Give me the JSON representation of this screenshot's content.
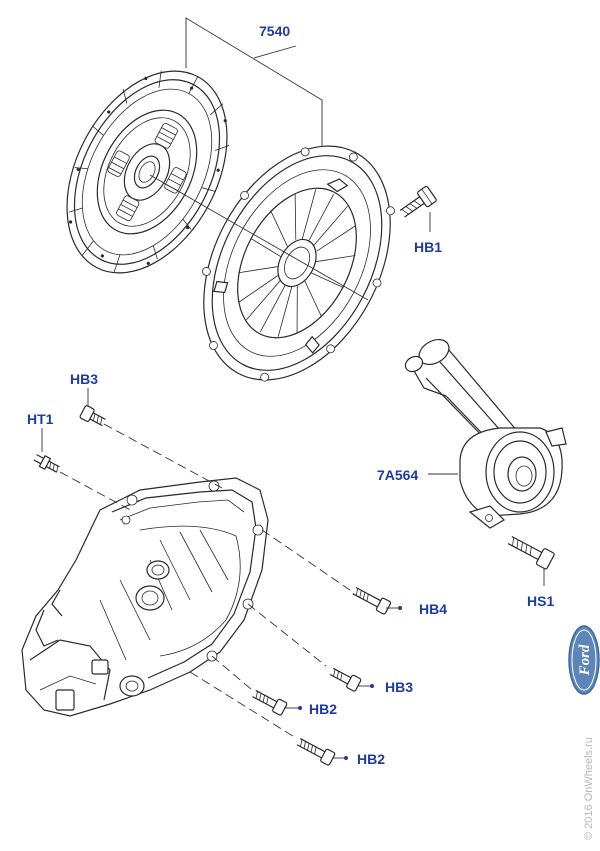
{
  "labels": {
    "clutch_kit": "7540",
    "bolt_hb1": "HB1",
    "bolt_hb3_top": "HB3",
    "stud_ht1": "HT1",
    "slave_cylinder": "7A564",
    "bolt_hs1": "HS1",
    "bolt_hb4": "HB4",
    "bolt_hb3_lower": "HB3",
    "bolt_hb2_upper": "HB2",
    "bolt_hb2_lower": "HB2"
  },
  "watermark": {
    "text": "© 2016 OnWheels.ru"
  },
  "logo": {
    "brand": "Ford",
    "color": "#5d86b8"
  },
  "colors": {
    "label": "#1f3c9c",
    "line_art": "#2a2a2a"
  }
}
